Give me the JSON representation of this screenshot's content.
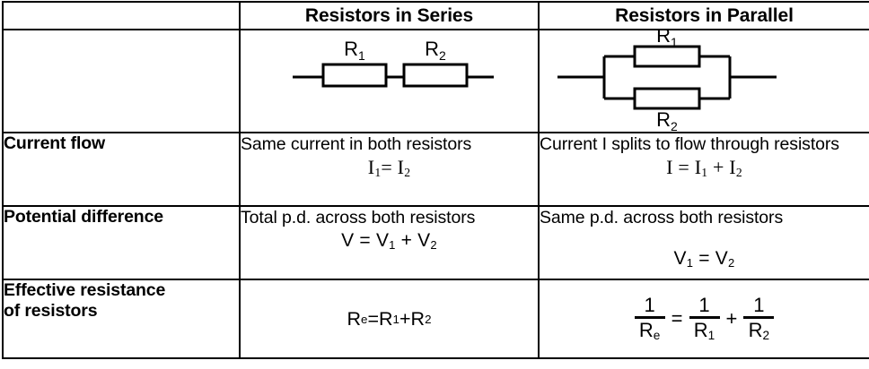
{
  "table": {
    "columns": [
      {
        "key": "label",
        "header": ""
      },
      {
        "key": "series",
        "header": "Resistors in Series"
      },
      {
        "key": "parallel",
        "header": "Resistors in Parallel"
      }
    ],
    "diagram_row": {
      "series": {
        "diagram_name": "series-resistor-circuit",
        "resistor_labels": [
          "R",
          "R"
        ],
        "resistor_subscripts": [
          "1",
          "2"
        ]
      },
      "parallel": {
        "diagram_name": "parallel-resistor-circuit",
        "resistor_labels": [
          "R",
          "R"
        ],
        "resistor_subscripts": [
          "1",
          "2"
        ]
      }
    },
    "rows": [
      {
        "label": "Current flow",
        "series": {
          "text": "Same current in both resistors",
          "formula_parts": {
            "a": "I",
            "a_sub": "1",
            "op1": "= ",
            "b": "I",
            "b_sub": "2"
          },
          "formula_plain": "I1= I2",
          "formula_style": "serif"
        },
        "parallel": {
          "text": "Current I splits to flow through resistors",
          "formula_parts": {
            "a": "I",
            "op1": " = ",
            "b": "I",
            "b_sub": "1",
            "op2": " + ",
            "c": "I",
            "c_sub": "2"
          },
          "formula_plain": "I = I1 + I2",
          "formula_style": "serif"
        }
      },
      {
        "label": "Potential difference",
        "series": {
          "text": "Total p.d. across both resistors",
          "formula_parts": {
            "a": "V",
            "op1": " = ",
            "b": "V",
            "b_sub": "1",
            "op2": " + ",
            "c": "V",
            "c_sub": "2"
          },
          "formula_plain": "V = V1 + V2",
          "formula_style": "sans"
        },
        "parallel": {
          "text": "Same p.d. across both resistors",
          "formula_parts": {
            "a": "V",
            "a_sub": "1",
            "op1": " = ",
            "b": "V",
            "b_sub": "2"
          },
          "formula_plain": "V1 = V2",
          "formula_style": "sans"
        }
      },
      {
        "label": "Effective resistance of resistors",
        "label_line1": "Effective resistance",
        "label_line2": "of resistors",
        "series": {
          "text": "",
          "formula_parts": {
            "a": "R",
            "a_sub": "e",
            "op1": " = ",
            "b": "R",
            "b_sub": "1",
            "op2": " + ",
            "c": "R",
            "c_sub": "2"
          },
          "formula_plain": "Re = R1 + R2",
          "formula_style": "sans"
        },
        "parallel": {
          "text": "",
          "formula_plain": "1/Re = 1/R1 + 1/R2",
          "formula_style": "fraction",
          "fractions": [
            {
              "numerator": "1",
              "denominator": "R",
              "denominator_sub": "e"
            },
            {
              "numerator": "1",
              "denominator": "R",
              "denominator_sub": "1"
            },
            {
              "numerator": "1",
              "denominator": "R",
              "denominator_sub": "2"
            }
          ],
          "operators": [
            "=",
            "+"
          ]
        }
      }
    ]
  },
  "style": {
    "border_color": "#000000",
    "background": "#ffffff",
    "text_color": "#000000"
  }
}
